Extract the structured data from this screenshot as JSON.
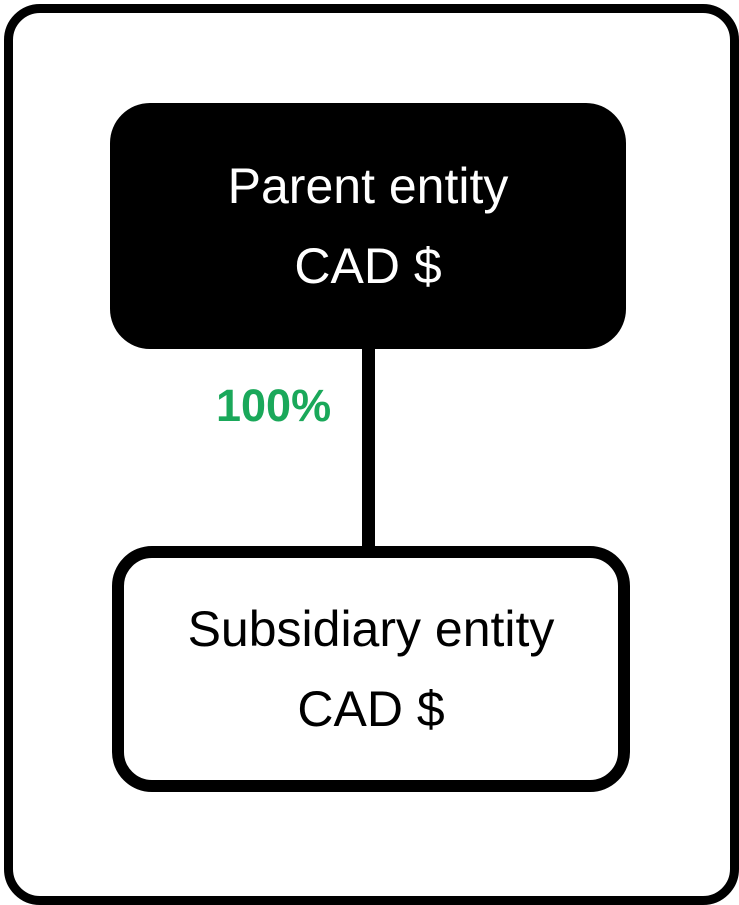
{
  "parent": {
    "name": "Parent entity",
    "currency": "CAD $"
  },
  "ownership": {
    "label": "100%",
    "color": "#1aa85a"
  },
  "subsidiary": {
    "name": "Subsidiary entity",
    "currency": "CAD $"
  }
}
